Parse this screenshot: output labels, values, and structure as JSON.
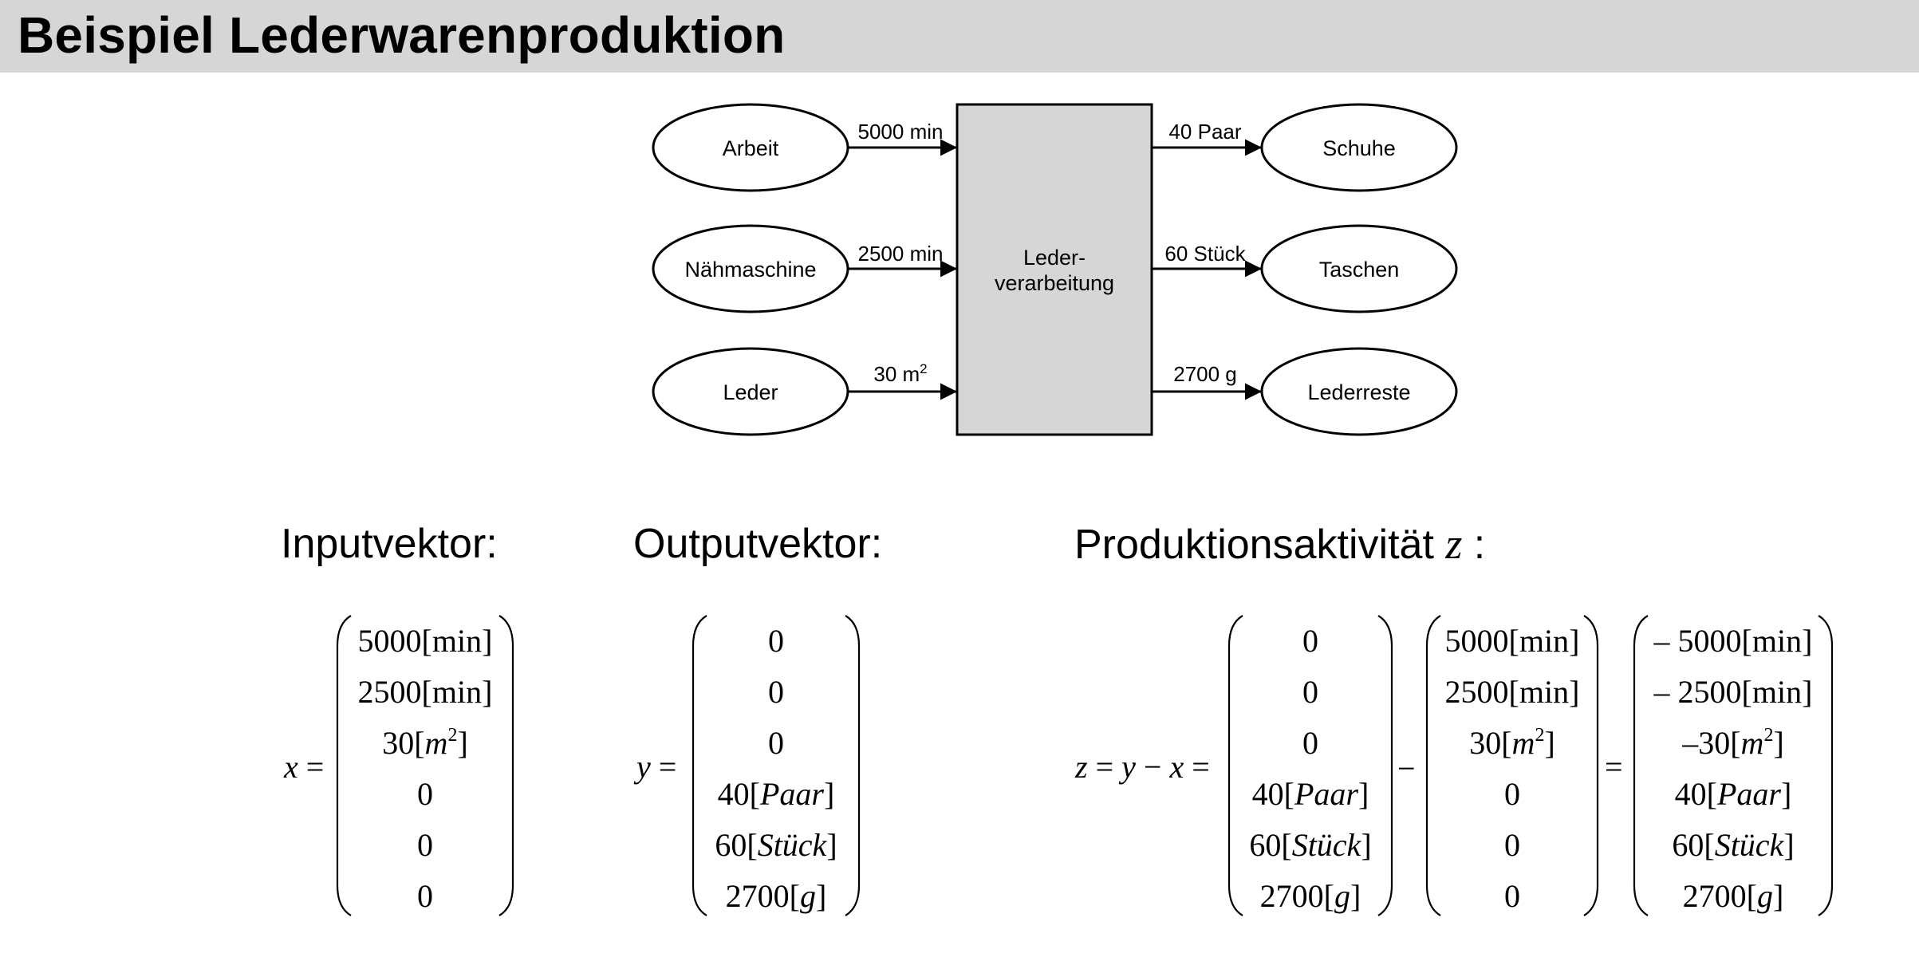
{
  "title": "Beispiel Lederwarenproduktion",
  "diagram": {
    "inputs": [
      {
        "name": "Arbeit",
        "flow": "5000 min"
      },
      {
        "name": "Nähmaschine",
        "flow": "2500 min"
      },
      {
        "name": "Leder",
        "flow": "30 m",
        "flow_sup": "2"
      }
    ],
    "process": {
      "line1": "Leder-",
      "line2": "verarbeitung"
    },
    "outputs": [
      {
        "name": "Schuhe",
        "flow": "40 Paar"
      },
      {
        "name": "Taschen",
        "flow": "60 Stück"
      },
      {
        "name": "Lederreste",
        "flow": "2700 g"
      }
    ]
  },
  "sections": {
    "input_heading": "Inputvektor:",
    "output_heading": "Outputvektor:",
    "activity_heading": "Produktionsaktivität",
    "activity_var": "z",
    "activity_colon": " :"
  },
  "equations": {
    "x_lhs": "x",
    "y_lhs": "y",
    "z_lhs": [
      "z",
      "y",
      "x"
    ],
    "minus": "−",
    "equals": "="
  },
  "vectors": {
    "x": [
      {
        "n": "5000",
        "u": "min",
        "i": false
      },
      {
        "n": "2500",
        "u": "min",
        "i": false
      },
      {
        "n": "30",
        "u": "m",
        "i": true,
        "sup": "2"
      },
      {
        "n": "0"
      },
      {
        "n": "0"
      },
      {
        "n": "0"
      }
    ],
    "y": [
      {
        "n": "0"
      },
      {
        "n": "0"
      },
      {
        "n": "0"
      },
      {
        "n": "40",
        "u": "Paar",
        "i": true
      },
      {
        "n": "60",
        "u": "Stück",
        "i": true
      },
      {
        "n": "2700",
        "u": "g",
        "i": true
      }
    ],
    "z": [
      {
        "n": "– 5000",
        "u": "min",
        "i": false
      },
      {
        "n": "– 2500",
        "u": "min",
        "i": false
      },
      {
        "n": "–30",
        "u": "m",
        "i": true,
        "sup": "2"
      },
      {
        "n": "40",
        "u": "Paar",
        "i": true
      },
      {
        "n": "60",
        "u": "Stück",
        "i": true
      },
      {
        "n": "2700",
        "u": "g",
        "i": true
      }
    ]
  }
}
